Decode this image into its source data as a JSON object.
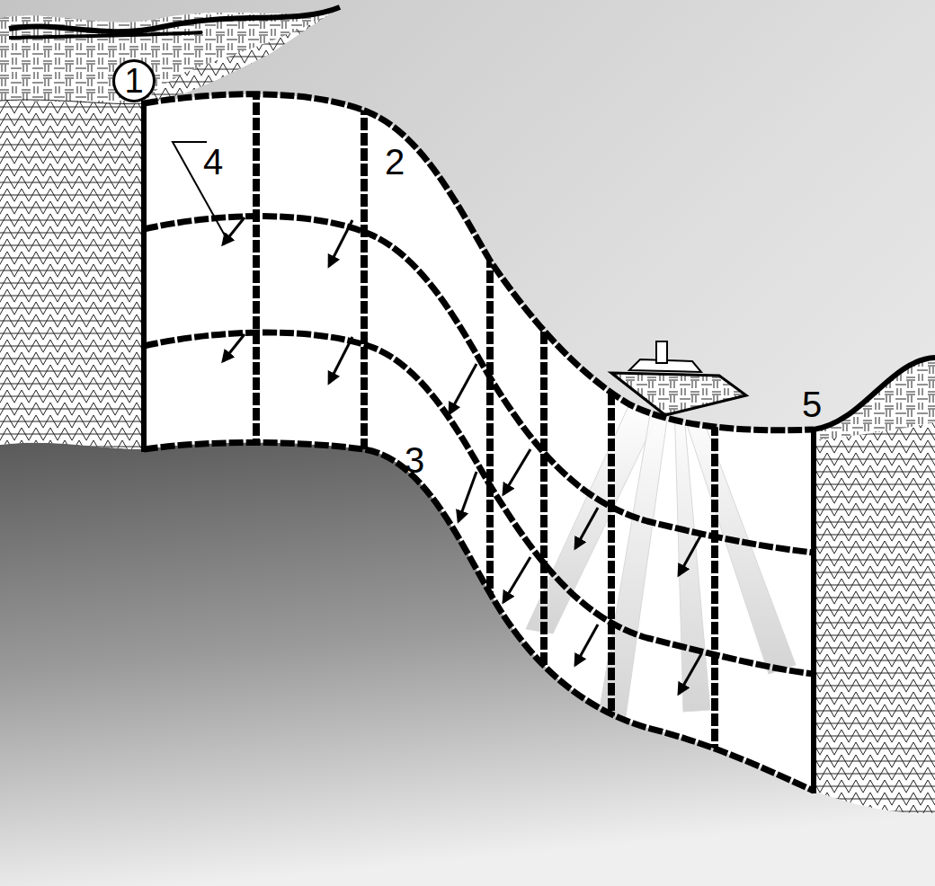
{
  "diagram": {
    "nodes": [
      {
        "text": [
          "1"
        ]
      }
    ],
    "labels": [
      "4",
      "2",
      "3",
      "5"
    ]
  }
}
